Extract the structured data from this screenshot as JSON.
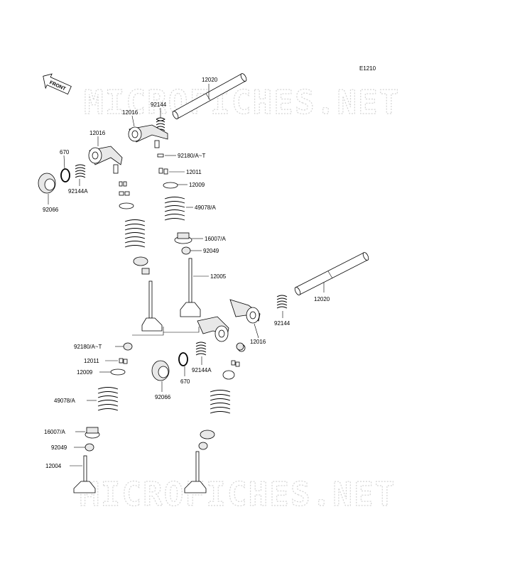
{
  "diagram": {
    "code": "E1210",
    "watermark": "MICROFICHES.NET",
    "front_label": "FRONT"
  },
  "labels": {
    "l12020_top": "12020",
    "l92144_top": "92144",
    "l12016_mid": "12016",
    "l12016_left": "12016",
    "l670_left": "670",
    "l92144A_left": "92144A",
    "l92066_left": "92066",
    "l92180_top": "92180/A~T",
    "l12011_top": "12011",
    "l12009_top": "12009",
    "l49078_top": "49078/A",
    "l16007_top": "16007/A",
    "l92049_top": "92049",
    "l12005": "12005",
    "l12020_right": "12020",
    "l92144_right": "92144",
    "l12016_right": "12016",
    "l92180_bot": "92180/A~T",
    "l12011_bot": "12011",
    "l12009_bot": "12009",
    "l92144A_bot": "92144A",
    "l670_bot": "670",
    "l92066_bot": "92066",
    "l49078_bot": "49078/A",
    "l16007_bot": "16007/A",
    "l92049_bot": "92049",
    "l12004": "12004"
  }
}
